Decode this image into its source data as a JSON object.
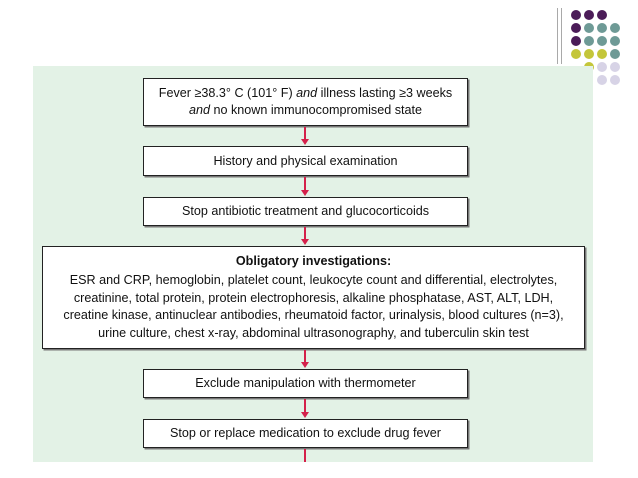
{
  "colors": {
    "panel_bg": "#e3f2e6",
    "arrow": "#d4204a",
    "dot_purple": "#4b1c58",
    "dot_teal": "#6e9a96",
    "dot_olive": "#c4c63a",
    "dot_lavender": "#d7d3e6"
  },
  "flowchart": {
    "box1": {
      "line1_a": "Fever ≥38.3° C (101° F) ",
      "line1_em": "and",
      "line1_b": " illness lasting ≥3 weeks",
      "line2_em": "and",
      "line2_b": " no known immunocompromised state"
    },
    "box2": {
      "text": "History and physical examination"
    },
    "box3": {
      "text": "Stop antibiotic treatment and glucocorticoids"
    },
    "box4": {
      "title": "Obligatory investigations:",
      "lines": [
        "ESR and CRP, hemoglobin, platelet count, leukocyte count and differential, electrolytes,",
        "creatinine, total protein, protein electrophoresis, alkaline phosphatase, AST, ALT, LDH,",
        "creatine kinase, antinuclear antibodies, rheumatoid factor, urinalysis, blood cultures (n=3),",
        "urine culture, chest x-ray, abdominal ultrasonography, and tuberculin skin test"
      ]
    },
    "box5": {
      "text": "Exclude manipulation with thermometer"
    },
    "box6": {
      "text": "Stop or replace medication to exclude drug fever"
    }
  }
}
